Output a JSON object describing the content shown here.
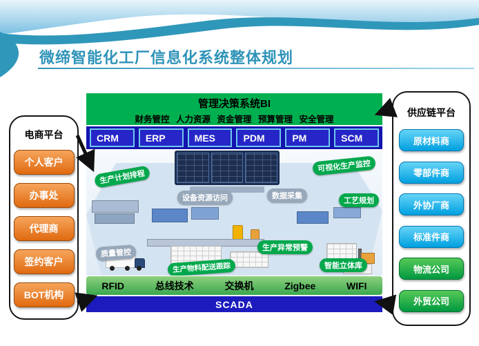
{
  "slide": {
    "title": "微缔智能化工厂信息化系统整体规划"
  },
  "ecommerce_panel": {
    "label": "电商平台",
    "items": [
      "个人客户",
      "办事处",
      "代理商",
      "签约客户",
      "BOT机构"
    ]
  },
  "supply_panel": {
    "label": "供应链平台",
    "items": [
      {
        "label": "原材料商",
        "color": "#00B0F0"
      },
      {
        "label": "零部件商",
        "color": "#00B0F0"
      },
      {
        "label": "外协厂商",
        "color": "#00B0F0"
      },
      {
        "label": "标准件商",
        "color": "#00B0F0"
      },
      {
        "label": "物流公司",
        "color": "#00B050"
      },
      {
        "label": "外贸公司",
        "color": "#00B050"
      }
    ]
  },
  "bi_banner": {
    "title": "管理决策系统BI",
    "subtitle": "财务管控 人力资源 资金管理 预算管理 安全管理"
  },
  "modules": [
    "CRM",
    "ERP",
    "MES",
    "PDM",
    "PM",
    "SCM"
  ],
  "factory": {
    "callouts": [
      {
        "label": "生产计划排程",
        "tone": "green"
      },
      {
        "label": "设备资源访问",
        "tone": "gray"
      },
      {
        "label": "数据采集",
        "tone": "gray"
      },
      {
        "label": "可视化生产监控",
        "tone": "green"
      },
      {
        "label": "工艺规划",
        "tone": "green"
      },
      {
        "label": "质量管控",
        "tone": "gray"
      },
      {
        "label": "生产异常预警",
        "tone": "green"
      },
      {
        "label": "生产物料配送跟踪",
        "tone": "green"
      },
      {
        "label": "智能立体库",
        "tone": "green"
      }
    ]
  },
  "tech_row": [
    "RFID",
    "总线技术",
    "交换机",
    "Zigbee",
    "WIFI"
  ],
  "scada_label": "SCADA",
  "colors": {
    "accent_teal": "#2E93B8",
    "banner_green": "#00B050",
    "module_blue": "#1414AE",
    "button_orange": "#E06A10",
    "button_cyan": "#00B0F0"
  }
}
